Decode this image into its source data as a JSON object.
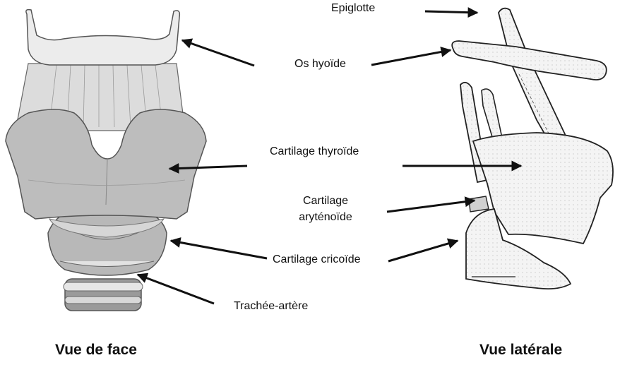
{
  "labels": {
    "epiglotte": "Epiglotte",
    "os_hyoide": "Os hyoïde",
    "cartilage_thyroide": "Cartilage thyroïde",
    "cartilage_arytenoide_line1": "Cartilage",
    "cartilage_arytenoide_line2": "aryténoïde",
    "cartilage_cricoide": "Cartilage cricoïde",
    "trachee_artere": "Trachée-artère"
  },
  "captions": {
    "front_view": "Vue de face",
    "lateral_view": "Vue latérale"
  }
}
